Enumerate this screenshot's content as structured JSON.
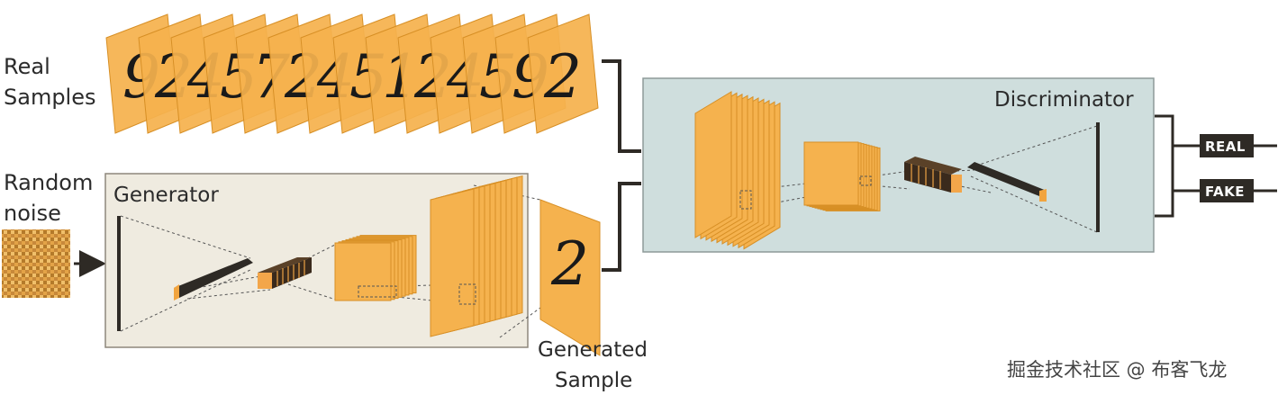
{
  "labels": {
    "real_samples": [
      "Real",
      "Samples"
    ],
    "random_noise": [
      "Random",
      "noise"
    ],
    "generator": "Generator",
    "discriminator": "Discriminator",
    "generated_sample": [
      "Generated",
      "Sample"
    ]
  },
  "real_sample_digits": [
    "9",
    "2",
    "4",
    "5",
    "7",
    "2",
    "4",
    "5",
    "1",
    "2",
    "4",
    "5",
    "9",
    "2"
  ],
  "generated_digit": "2",
  "outputs": [
    "REAL",
    "FAKE"
  ],
  "watermark": "掘金技术社区 @ 布客飞龙",
  "colors": {
    "card_orange": "#f5b24e",
    "card_edge": "#d78f25",
    "generator_bg": "#efebe0",
    "discriminator_bg": "#cfdedd",
    "connector": "#2e2a25",
    "output_badge": "#2e2a25"
  }
}
